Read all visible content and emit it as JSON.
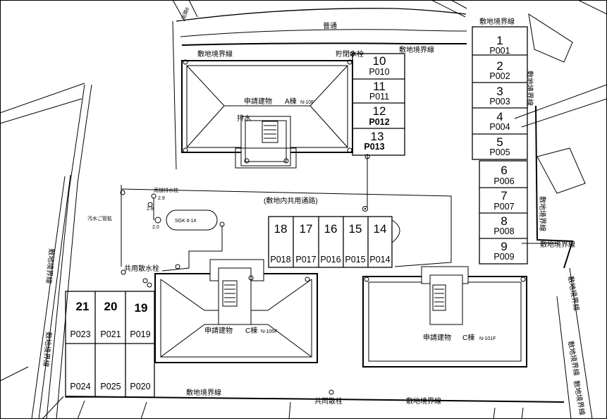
{
  "labels": {
    "road": "普通",
    "boundary": "敷地境界線",
    "hydrant_top": "貯閉水栓",
    "drainage": "排水",
    "inner_road": "(敷地内共用通路)",
    "shared_hydrant": "共用散水栓",
    "hydrant_bottom": "共同散栓",
    "tank": "SGK Ⅱ-14",
    "left_note": "汚水ご管拡",
    "corner_note": "街路6",
    "pipe_note": "雨樋排水枕",
    "pipe_a": "2.9",
    "pipe_b": "2.8",
    "pipe_c": "2.0"
  },
  "buildings": {
    "a": {
      "name": "申請建物",
      "id": "A棟",
      "code": "N-10F"
    },
    "c1": {
      "name": "申請建物",
      "id": "C棟",
      "code": "N-105F"
    },
    "c2": {
      "name": "申請建物",
      "id": "C棟",
      "code": "N-101F"
    }
  },
  "spaces_right": [
    {
      "num": "1",
      "code": "P001"
    },
    {
      "num": "2",
      "code": "P002"
    },
    {
      "num": "3",
      "code": "P003"
    },
    {
      "num": "4",
      "code": "P004"
    },
    {
      "num": "5",
      "code": "P005"
    },
    {
      "num": "6",
      "code": "P006"
    },
    {
      "num": "7",
      "code": "P007"
    },
    {
      "num": "8",
      "code": "P008"
    },
    {
      "num": "9",
      "code": "P009"
    }
  ],
  "spaces_top": [
    {
      "num": "10",
      "code": "P010"
    },
    {
      "num": "11",
      "code": "P011"
    },
    {
      "num": "12",
      "code": "P012"
    },
    {
      "num": "13",
      "code": "P013"
    }
  ],
  "spaces_middle": [
    {
      "num": "18",
      "code": "P018"
    },
    {
      "num": "17",
      "code": "P017"
    },
    {
      "num": "16",
      "code": "P016"
    },
    {
      "num": "15",
      "code": "P015"
    },
    {
      "num": "14",
      "code": "P014"
    }
  ],
  "spaces_left_top": [
    {
      "num": "21",
      "code": "P023"
    },
    {
      "num": "20",
      "code": "P021"
    },
    {
      "num": "19",
      "code": "P019"
    }
  ],
  "spaces_left_bottom": [
    {
      "code": "P024"
    },
    {
      "code": "P025"
    },
    {
      "code": "P020"
    }
  ]
}
